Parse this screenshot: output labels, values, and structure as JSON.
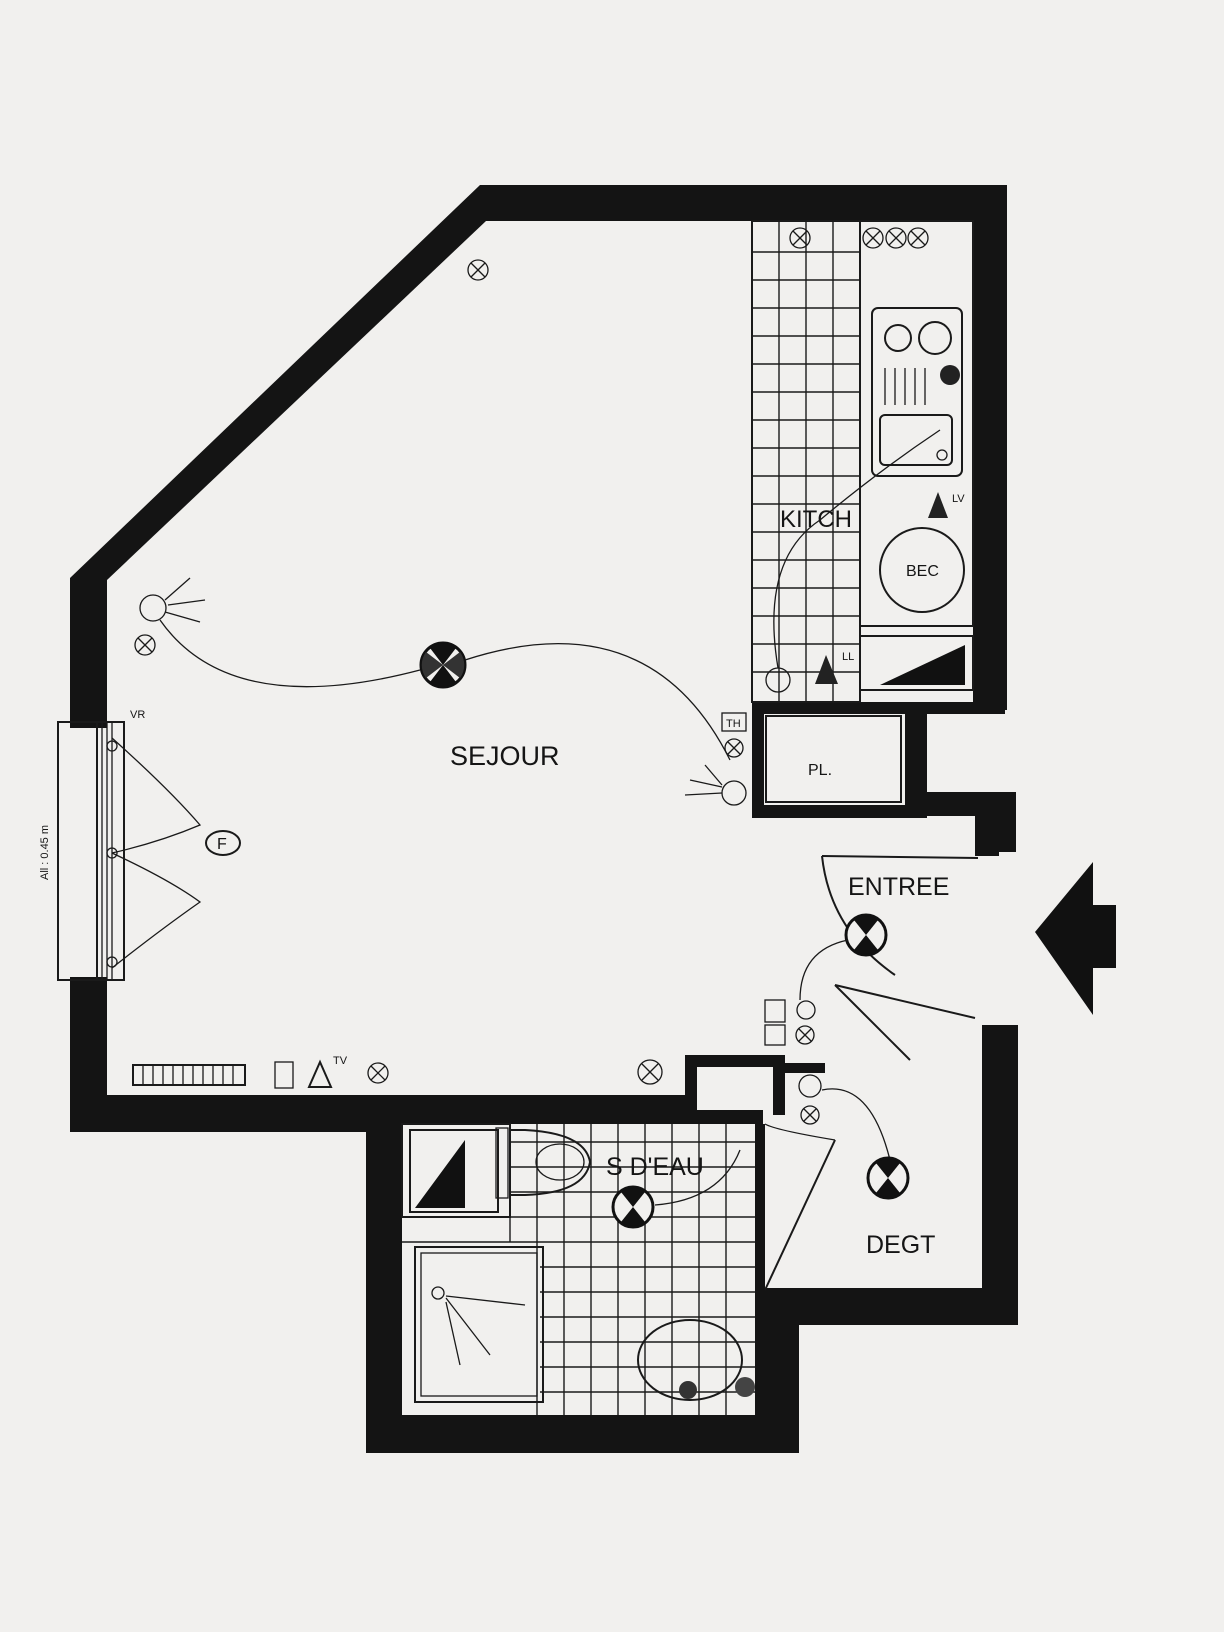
{
  "plan": {
    "rooms": {
      "sejour": "SEJOUR",
      "kitchen": "KITCH",
      "entree": "ENTREE",
      "salle_eau": "S D'EAU",
      "degt": "DEGT",
      "placard": "PL."
    },
    "window_note": "All : 0.45 m",
    "symbols": {
      "window_marker": "F",
      "boiler": "BEC",
      "lave_vaisselle": "LV",
      "lave_linge": "LL",
      "tv": "TV",
      "thermostat": "TH",
      "volet_roulant": "VR"
    }
  }
}
